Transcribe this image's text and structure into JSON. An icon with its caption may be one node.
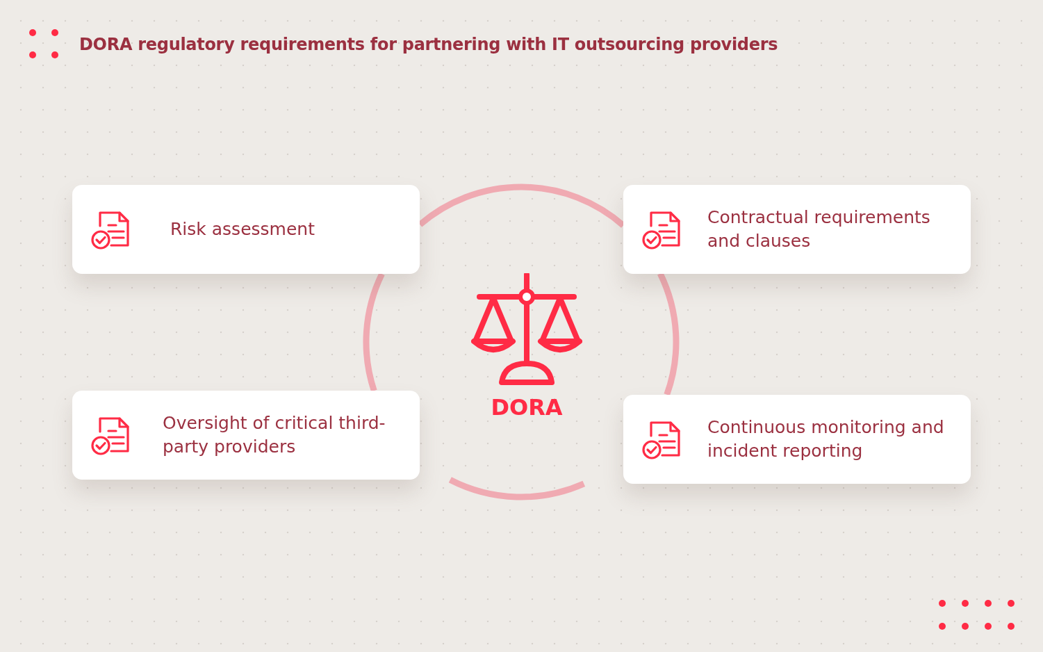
{
  "diagram": {
    "title": "DORA regulatory requirements for partnering with IT outsourcing providers",
    "nodes": [
      {
        "text": [
          "Risk assessment"
        ]
      },
      {
        "text": [
          "Contractual requirements and clauses"
        ]
      },
      {
        "text": [
          "DORA"
        ]
      },
      {
        "text": [
          "Oversight of critical third-party providers"
        ]
      },
      {
        "text": [
          "Continuous monitoring and incident reporting"
        ]
      }
    ]
  }
}
